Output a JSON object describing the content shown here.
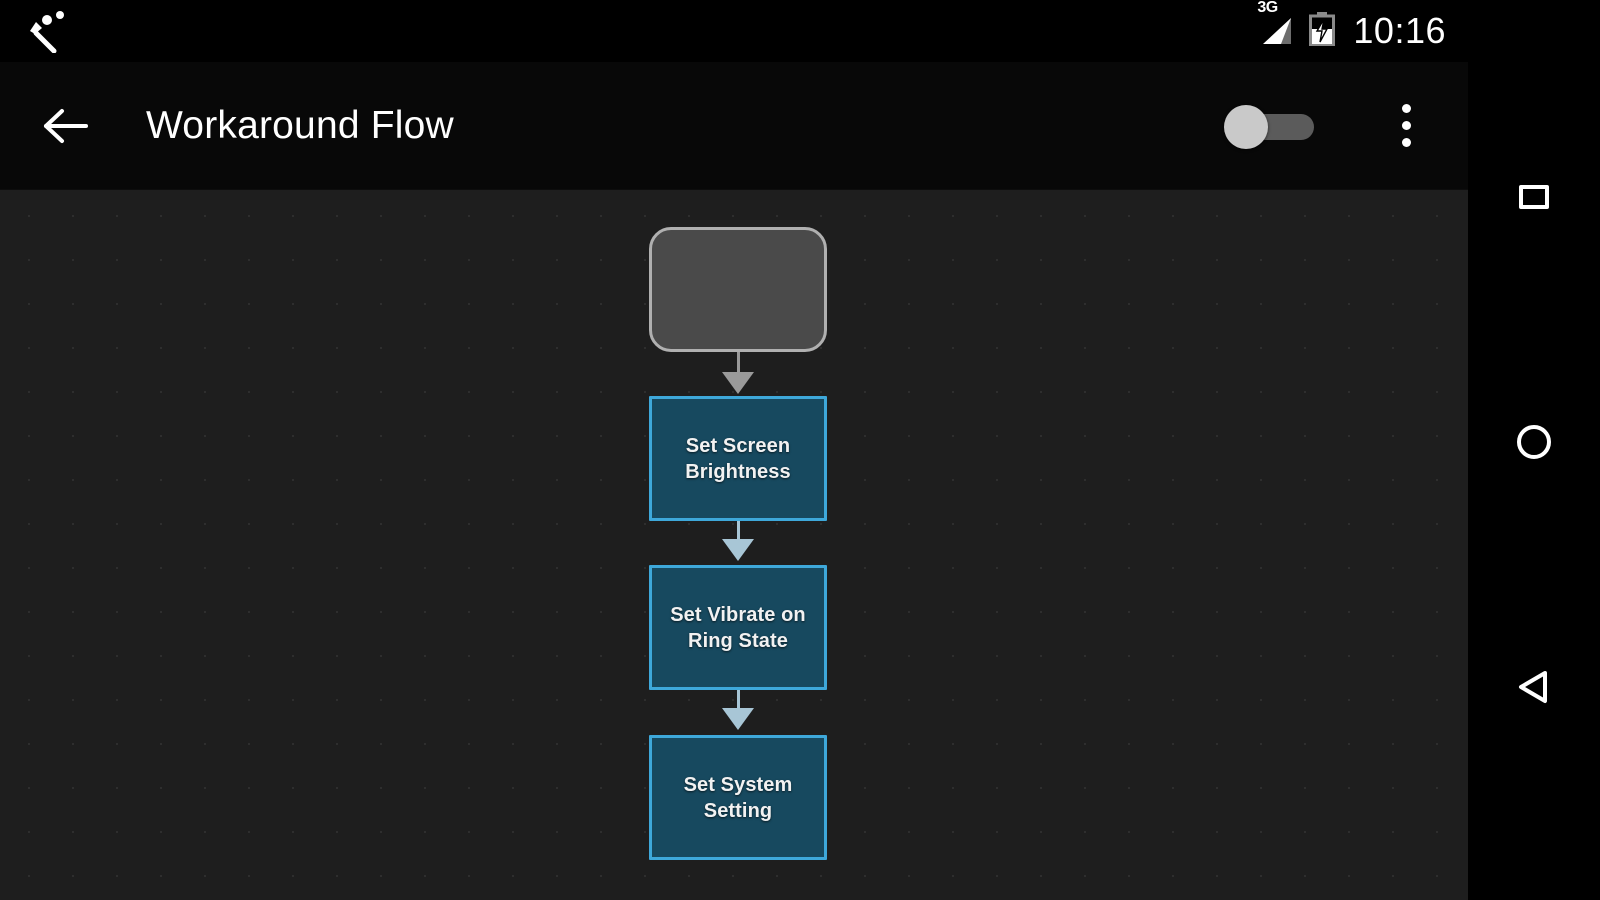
{
  "status_bar": {
    "app_icon": "magic-wand-icon",
    "network_type": "3G",
    "signal_icon": "signal-bars-icon",
    "battery_icon": "battery-charging-icon",
    "time": "10:16"
  },
  "app_bar": {
    "back_icon": "back-arrow-icon",
    "title": "Workaround Flow",
    "toggle": {
      "name": "flow-enable-toggle",
      "state": "off"
    },
    "overflow_icon": "overflow-menu-icon"
  },
  "canvas": {
    "background_color": "#1e1e1e",
    "grid": "dots",
    "nodes": [
      {
        "id": "node-trigger",
        "type": "trigger",
        "label": "",
        "fill": "#4a4a4a",
        "border": "#b0b0b0",
        "shape": "rounded-rect"
      },
      {
        "id": "node-set-screen-brightness",
        "type": "action",
        "label": "Set Screen\nBrightness",
        "fill": "#17495f",
        "border": "#3ea8da",
        "shape": "rect"
      },
      {
        "id": "node-set-vibrate-on-ring-state",
        "type": "action",
        "label": "Set Vibrate on\nRing State",
        "fill": "#17495f",
        "border": "#3ea8da",
        "shape": "rect"
      },
      {
        "id": "node-set-system-setting",
        "type": "action",
        "label": "Set System\nSetting",
        "fill": "#17495f",
        "border": "#3ea8da",
        "shape": "rect"
      }
    ],
    "connectors": [
      {
        "id": "conn-1",
        "from": "node-trigger",
        "to": "node-set-screen-brightness",
        "color": "#9a9a9a"
      },
      {
        "id": "conn-2",
        "from": "node-set-screen-brightness",
        "to": "node-set-vibrate-on-ring-state",
        "color": "#a8c6d6"
      },
      {
        "id": "conn-3",
        "from": "node-set-vibrate-on-ring-state",
        "to": "node-set-system-setting",
        "color": "#a8c6d6"
      }
    ]
  },
  "nav_bar": {
    "recents_icon": "square-recents-icon",
    "home_icon": "circle-home-icon",
    "back_icon": "triangle-back-icon"
  }
}
